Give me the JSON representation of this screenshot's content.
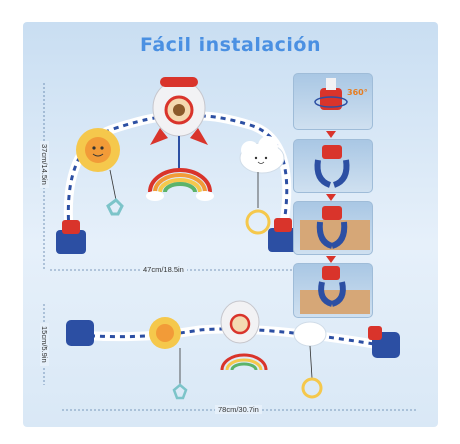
{
  "title": "Fácil instalación",
  "dims": {
    "height_top": "37cm/14.5in",
    "width_top": "47cm/18.5in",
    "height_bottom": "15cm/5.9in",
    "width_bottom": "78cm/30.7in"
  },
  "rotation_badge": "360°",
  "colors": {
    "title": "#4a90e2",
    "arrow": "#d9342b",
    "toy_red": "#d9342b",
    "toy_blue": "#2c4fa3",
    "toy_yellow": "#f5c84c"
  }
}
